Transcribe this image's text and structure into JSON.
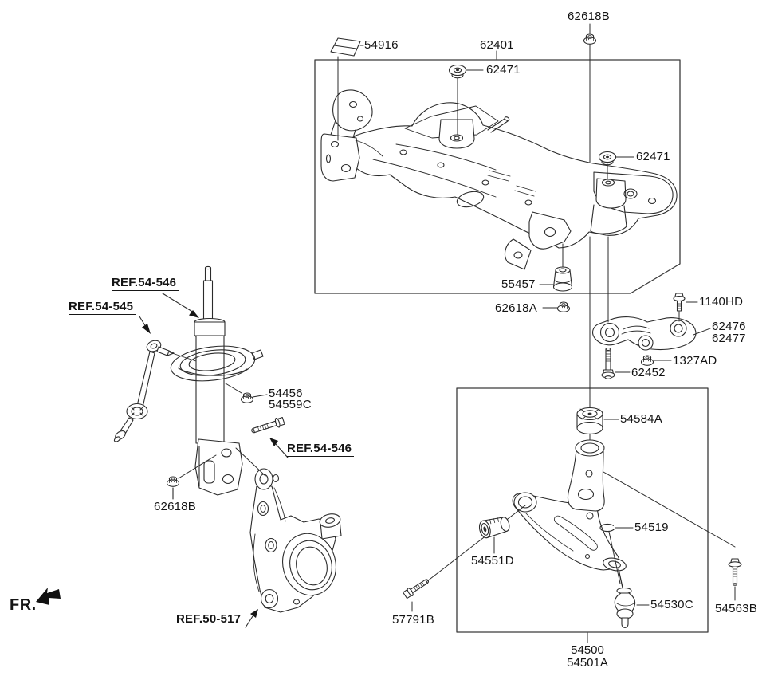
{
  "figure_type": "front-suspension-crossmember-parts-diagram",
  "colors": {
    "line": "#2b2b2b",
    "background": "#ffffff",
    "text": "#141414"
  },
  "front_marker": "FR.",
  "ref_labels": {
    "strut": "REF.54-546",
    "stabilizer_bar": "REF.54-545",
    "axle": "REF.50-517"
  },
  "part_labels": {
    "p54916": "54916",
    "p62401": "62401",
    "p62618B": "62618B",
    "p62471": "62471",
    "p55457": "55457",
    "p62618A": "62618A",
    "p1140HD": "1140HD",
    "p62476": "62476",
    "p62477": "62477",
    "p1327AD": "1327AD",
    "p62452": "62452",
    "p54584A": "54584A",
    "p54519": "54519",
    "p54551D": "54551D",
    "p57791B": "57791B",
    "p54530C": "54530C",
    "p54563B": "54563B",
    "p54500": "54500",
    "p54501A": "54501A",
    "p54456": "54456",
    "p54559C": "54559C"
  }
}
